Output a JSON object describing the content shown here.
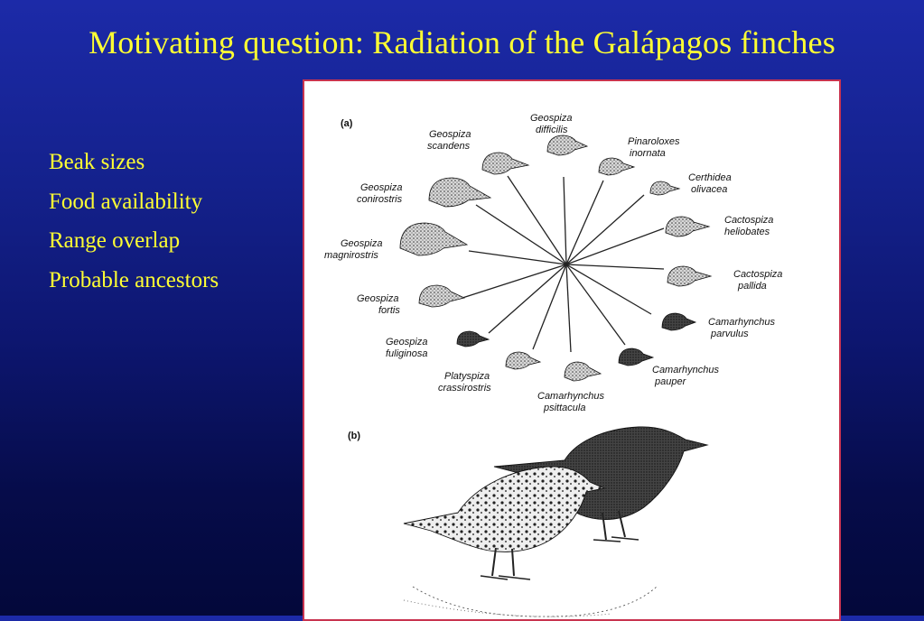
{
  "slide": {
    "title": "Motivating question:  Radiation of the Galápagos finches",
    "bullets": [
      "Beak sizes",
      "Food availability",
      "Range overlap",
      "Probable ancestors"
    ]
  },
  "figure": {
    "panel_a": "(a)",
    "panel_b": "(b)",
    "species": [
      {
        "l1": "Geospiza",
        "l2": "difficilis"
      },
      {
        "l1": "Pinaroloxes",
        "l2": "inornata"
      },
      {
        "l1": "Certhidea",
        "l2": "olivacea"
      },
      {
        "l1": "Cactospiza",
        "l2": "heliobates"
      },
      {
        "l1": "Cactospiza",
        "l2": "pallida"
      },
      {
        "l1": "Camarhynchus",
        "l2": "parvulus"
      },
      {
        "l1": "Camarhynchus",
        "l2": "pauper"
      },
      {
        "l1": "Camarhynchus",
        "l2": "psittacula"
      },
      {
        "l1": "Platyspiza",
        "l2": "crassirostris"
      },
      {
        "l1": "Geospiza",
        "l2": "fuliginosa"
      },
      {
        "l1": "Geospiza",
        "l2": "fortis"
      },
      {
        "l1": "Geospiza",
        "l2": "magnirostris"
      },
      {
        "l1": "Geospiza",
        "l2": "conirostris"
      },
      {
        "l1": "Geospiza",
        "l2": "scandens"
      }
    ]
  }
}
